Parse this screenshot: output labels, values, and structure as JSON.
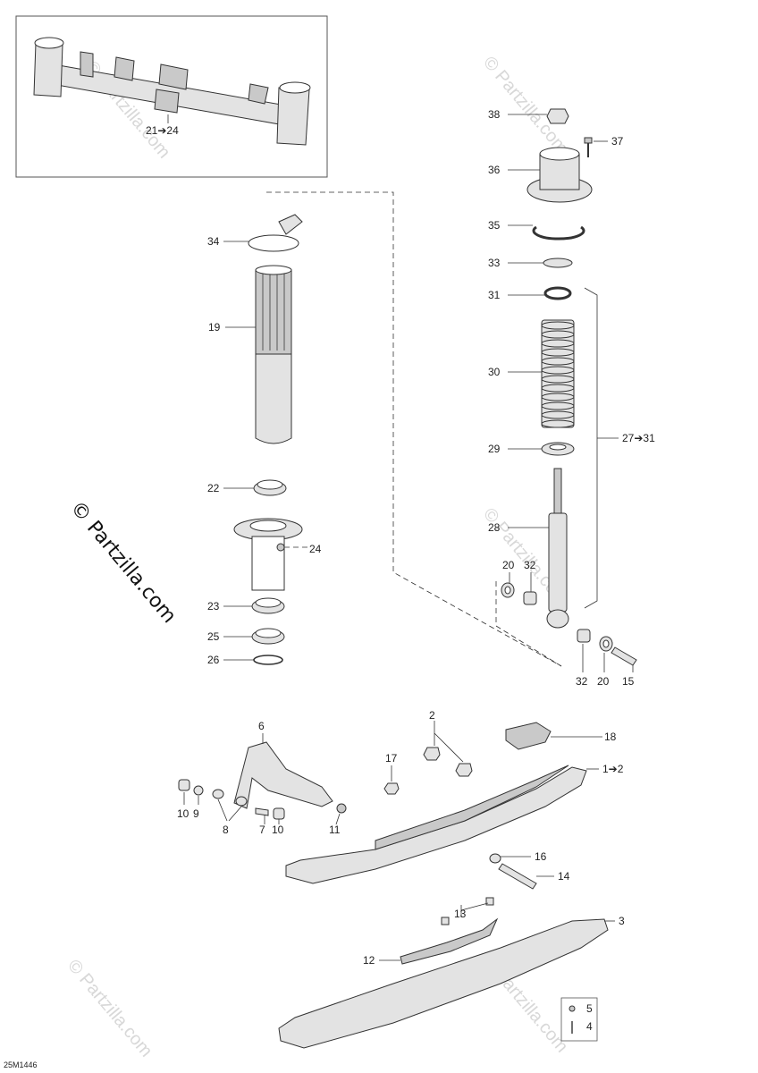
{
  "labels": {
    "l21_24": "21➔24",
    "l38": "38",
    "l37": "37",
    "l36": "36",
    "l35": "35",
    "l33": "33",
    "l31": "31",
    "l30": "30",
    "l29": "29",
    "l27_31": "27➔31",
    "l28": "28",
    "l20a": "20",
    "l32a": "32",
    "l32b": "32",
    "l20b": "20",
    "l15": "15",
    "l34": "34",
    "l19": "19",
    "l22": "22",
    "l24": "24",
    "l23": "23",
    "l25": "25",
    "l26": "26",
    "l2": "2",
    "l18": "18",
    "l6": "6",
    "l17": "17",
    "l1_2": "1➔2",
    "l10a": "10",
    "l9": "9",
    "l8": "8",
    "l7": "7",
    "l10b": "10",
    "l11": "11",
    "l16": "16",
    "l14": "14",
    "l13": "13",
    "l3": "3",
    "l12": "12",
    "l5": "5",
    "l4": "4"
  },
  "watermark_main": "© Partzilla.com",
  "watermark_faint": "© Partzilla.com",
  "diagram_code": "25M1446"
}
